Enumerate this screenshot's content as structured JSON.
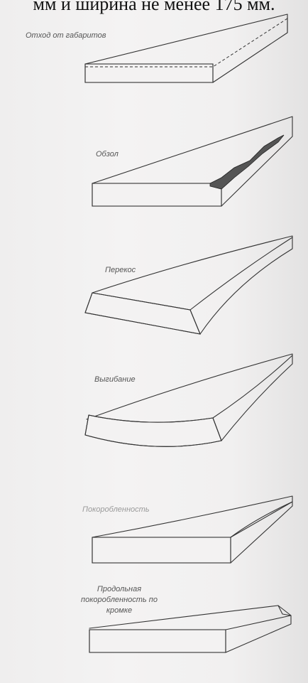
{
  "page": {
    "top_text": "мм и ширина не менее 175 мм."
  },
  "defects": [
    {
      "label": "Отход от габаритов"
    },
    {
      "label": "Обзол"
    },
    {
      "label": "Перекос"
    },
    {
      "label": "Выгибание"
    },
    {
      "label": "Покоробленность"
    },
    {
      "label": "Продольная покоробленность по кромке"
    }
  ]
}
